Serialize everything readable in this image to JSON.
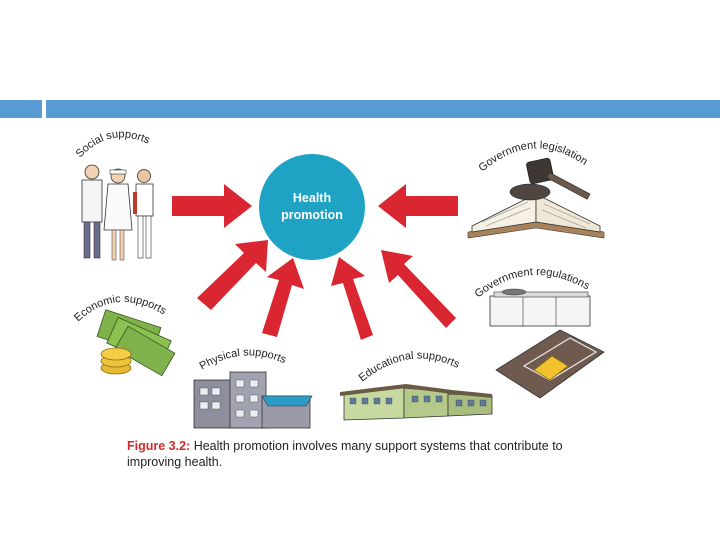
{
  "slide": {
    "accent": "#5b9bd5"
  },
  "diagram": {
    "center": {
      "line1": "Health",
      "line2": "promotion",
      "color": "#1fa3c4"
    },
    "arrow_color": "#d92630",
    "labels": {
      "social": "Social supports",
      "economic": "Economic supports",
      "physical": "Physical supports",
      "educational": "Educational supports",
      "gov_legislation": "Government legislation",
      "gov_regulations": "Government regulations"
    }
  },
  "caption": {
    "figure": "Figure 3.2:",
    "text": "Health promotion involves many support systems that contribute to improving health."
  }
}
